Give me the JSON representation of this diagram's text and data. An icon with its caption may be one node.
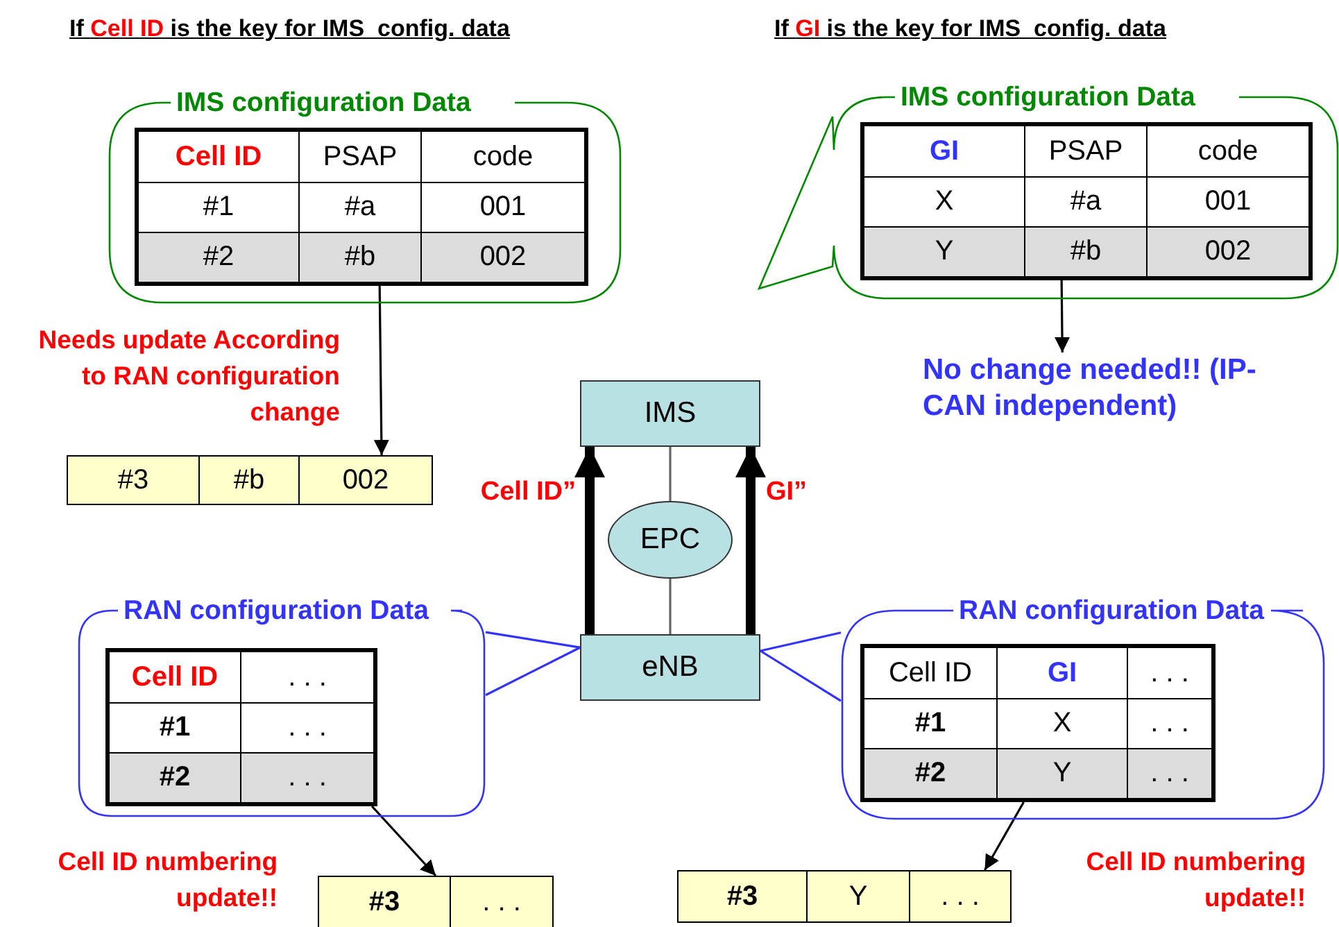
{
  "diagram": {
    "nodes": [
      {
        "text": [
          "IMS"
        ]
      },
      {
        "text": [
          "EPC"
        ]
      },
      {
        "text": [
          "eNB"
        ]
      },
      {
        "text": [
          "IMS configuration Data"
        ]
      },
      {
        "text": [
          "Cell ID",
          "PSAP",
          "code",
          "#1",
          "#a",
          "001",
          "#2",
          "#b",
          "002"
        ],
        "in": 3
      },
      {
        "text": [
          "#3",
          "#b",
          "002"
        ]
      },
      {
        "text": [
          "IMS configuration Data"
        ]
      },
      {
        "text": [
          "GI",
          "PSAP",
          "code",
          "X",
          "#a",
          "001",
          "Y",
          "#b",
          "002"
        ],
        "in": 6
      },
      {
        "text": [
          "No change needed!! (IP-CAN independent)"
        ]
      },
      {
        "text": [
          "RAN configuration Data"
        ]
      },
      {
        "text": [
          "Cell ID",
          ". . .",
          "#1",
          ". . .",
          "#2",
          ". . ."
        ],
        "in": 9
      },
      {
        "text": [
          "#3",
          ". . ."
        ]
      },
      {
        "text": [
          "RAN configuration Data"
        ]
      },
      {
        "text": [
          "Cell ID",
          "GI",
          ". . .",
          "#1",
          "X",
          ". . .",
          "#2",
          "Y",
          ". . ."
        ],
        "in": 12
      },
      {
        "text": [
          "#3",
          "Y",
          ". . ."
        ]
      }
    ],
    "edges": [
      {
        "from": 0,
        "to": 1,
        "arrow": "none",
        "color": "#666666"
      },
      {
        "from": 1,
        "to": 2,
        "arrow": "none",
        "color": "#666666"
      },
      {
        "from": 2,
        "to": 0,
        "arrow": "to",
        "style": "thick",
        "label": "Cell ID”"
      },
      {
        "from": 2,
        "to": 0,
        "arrow": "to",
        "style": "thick",
        "label": "GI”"
      },
      {
        "from": 4,
        "to": 5,
        "arrow": "to"
      },
      {
        "from": 7,
        "to": 8,
        "arrow": "to"
      },
      {
        "from": 9,
        "to": 2,
        "arrow": "none",
        "color": "#3333ff"
      },
      {
        "from": 12,
        "to": 2,
        "arrow": "none",
        "color": "#3333ff"
      },
      {
        "from": 10,
        "to": 11,
        "arrow": "to"
      },
      {
        "from": 13,
        "to": 14,
        "arrow": "to"
      }
    ],
    "labels": [
      "If Cell ID is the key for IMS  config. data",
      "If GI is the key for IMS  config. data",
      "Needs update According to RAN configuration change",
      "Cell ID numbering update!!",
      "Cell ID numbering update!!"
    ]
  }
}
